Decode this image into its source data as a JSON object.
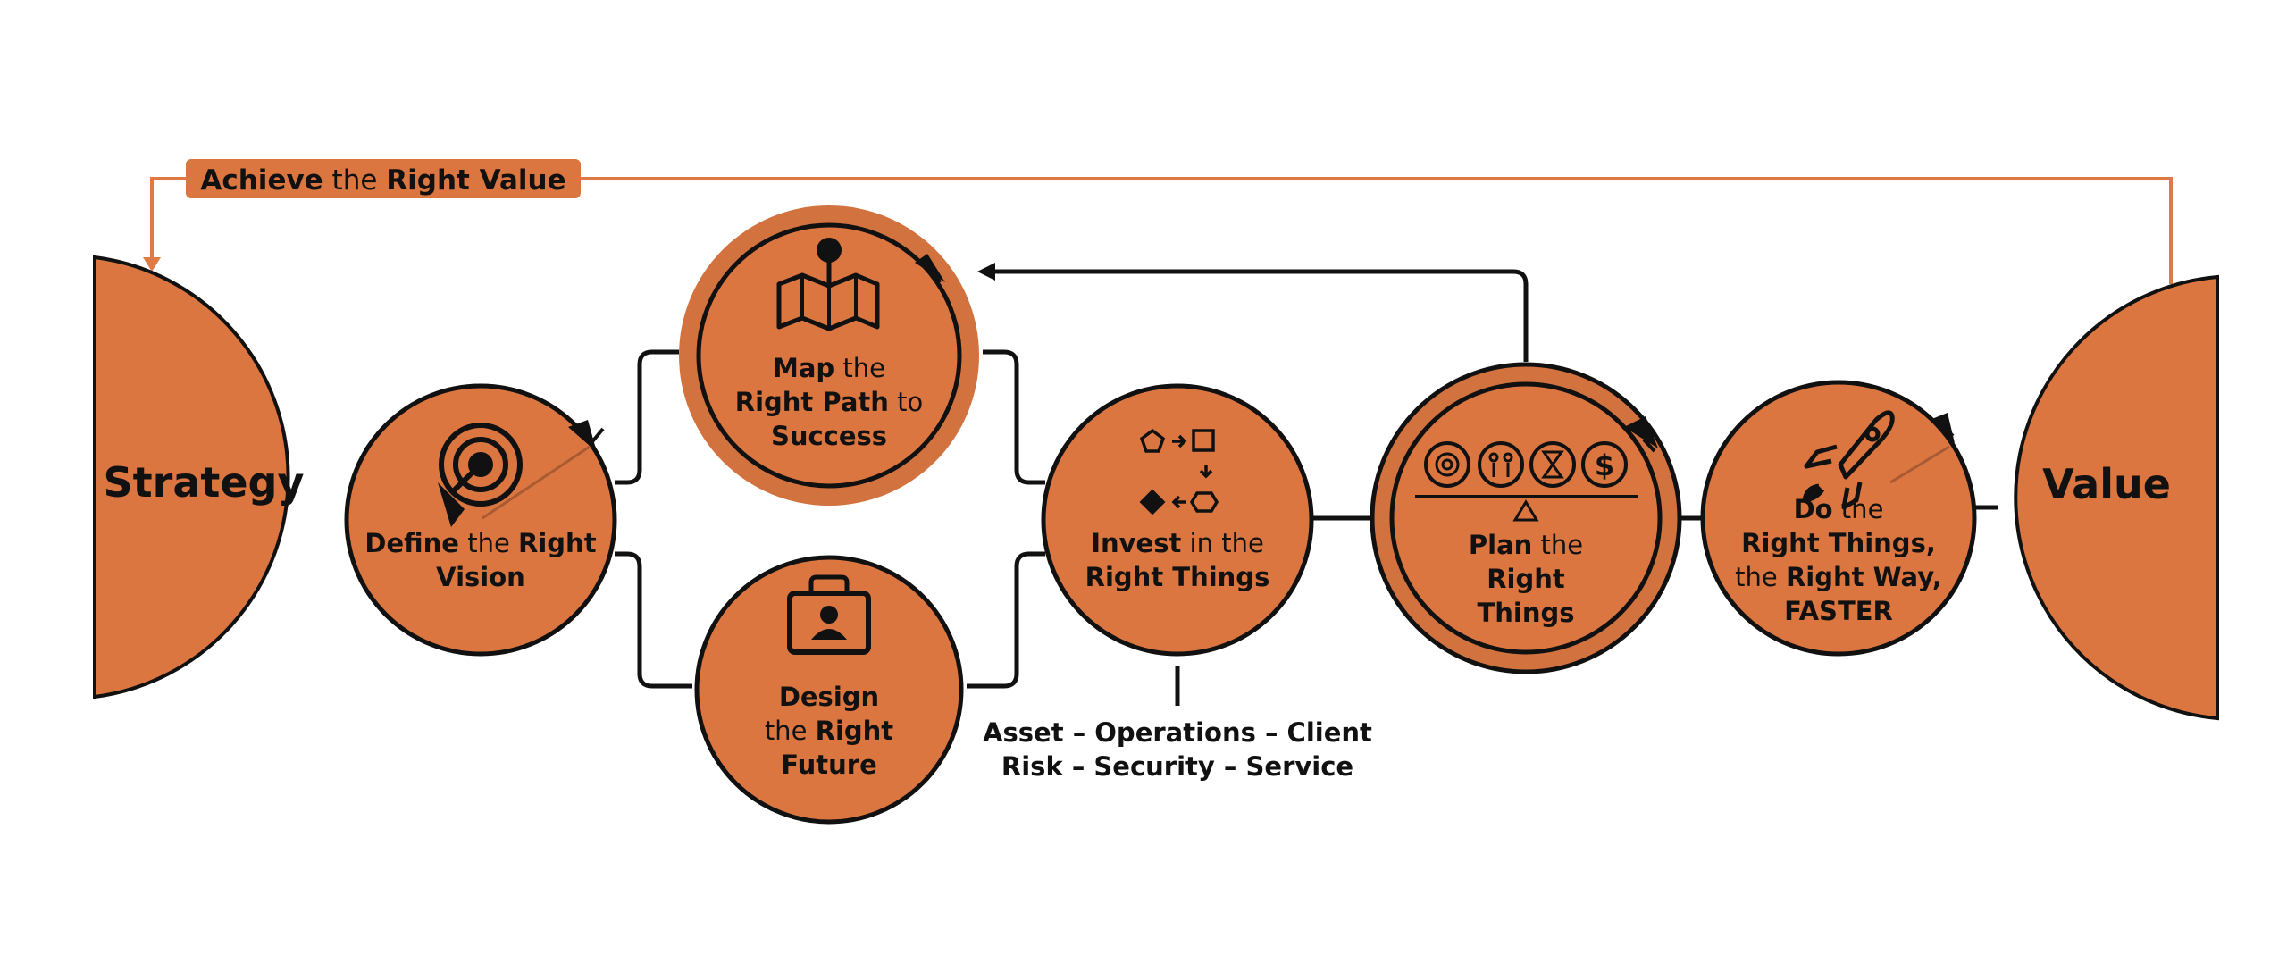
{
  "colors": {
    "node_fill": "#DB7641",
    "ring_fill": "#D2723F",
    "stroke": "#111111",
    "feedback_line": "#E07A45"
  },
  "banner": {
    "part1": "Achieve",
    "part2": " the ",
    "part3": "Right Value"
  },
  "strategy": {
    "label": "Strategy"
  },
  "value": {
    "label": "Value"
  },
  "nodes": {
    "define": {
      "icon": "target-arrow-icon",
      "l1a": "Define",
      "l1b": " the ",
      "l1c": "Right",
      "l2": "Vision"
    },
    "map": {
      "icon": "map-pin-icon",
      "l1a": "Map",
      "l1b": " the",
      "l2": "Right Path",
      "l2b": " to",
      "l3": "Success"
    },
    "design": {
      "icon": "briefcase-person-icon",
      "l1": "Design",
      "l2a": "the ",
      "l2b": "Right",
      "l3": "Future"
    },
    "invest": {
      "icon": "shapes-flow-icon",
      "l1a": "Invest",
      "l1b": " in the",
      "l2": "Right Things"
    },
    "plan": {
      "icon": "balance-scale-icon",
      "l1a": "Plan",
      "l1b": " the",
      "l2": "Right",
      "l3": "Things"
    },
    "do": {
      "icon": "rocket-icon",
      "l1a": "Do",
      "l1b": " the",
      "l2": "Right Things,",
      "l3a": "the ",
      "l3b": "Right Way,",
      "l4": "FASTER"
    }
  },
  "invest_caption": {
    "line1": "Asset – Operations – Client",
    "line2": "Risk – Security – Service"
  }
}
